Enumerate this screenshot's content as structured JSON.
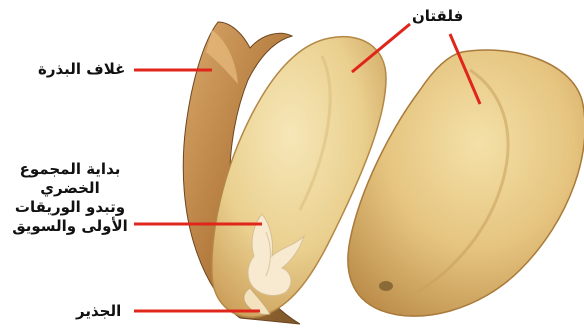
{
  "labels": {
    "cotyledons": "فلقتان",
    "seed_coat": "غلاف البذرة",
    "plumule": [
      "بداية المجموع",
      "الخضري",
      "وتبدو الوريقات",
      "الأولى والسويق"
    ],
    "radicle": "الجذير"
  },
  "colors": {
    "leader_line": "#e0251b",
    "cotyledon_light": "#f2dfa6",
    "cotyledon_mid": "#e3c37e",
    "cotyledon_dark": "#b88a45",
    "seed_coat": "#c59055",
    "seed_coat_dark": "#7a5428",
    "plumule": "#f7ead0"
  }
}
